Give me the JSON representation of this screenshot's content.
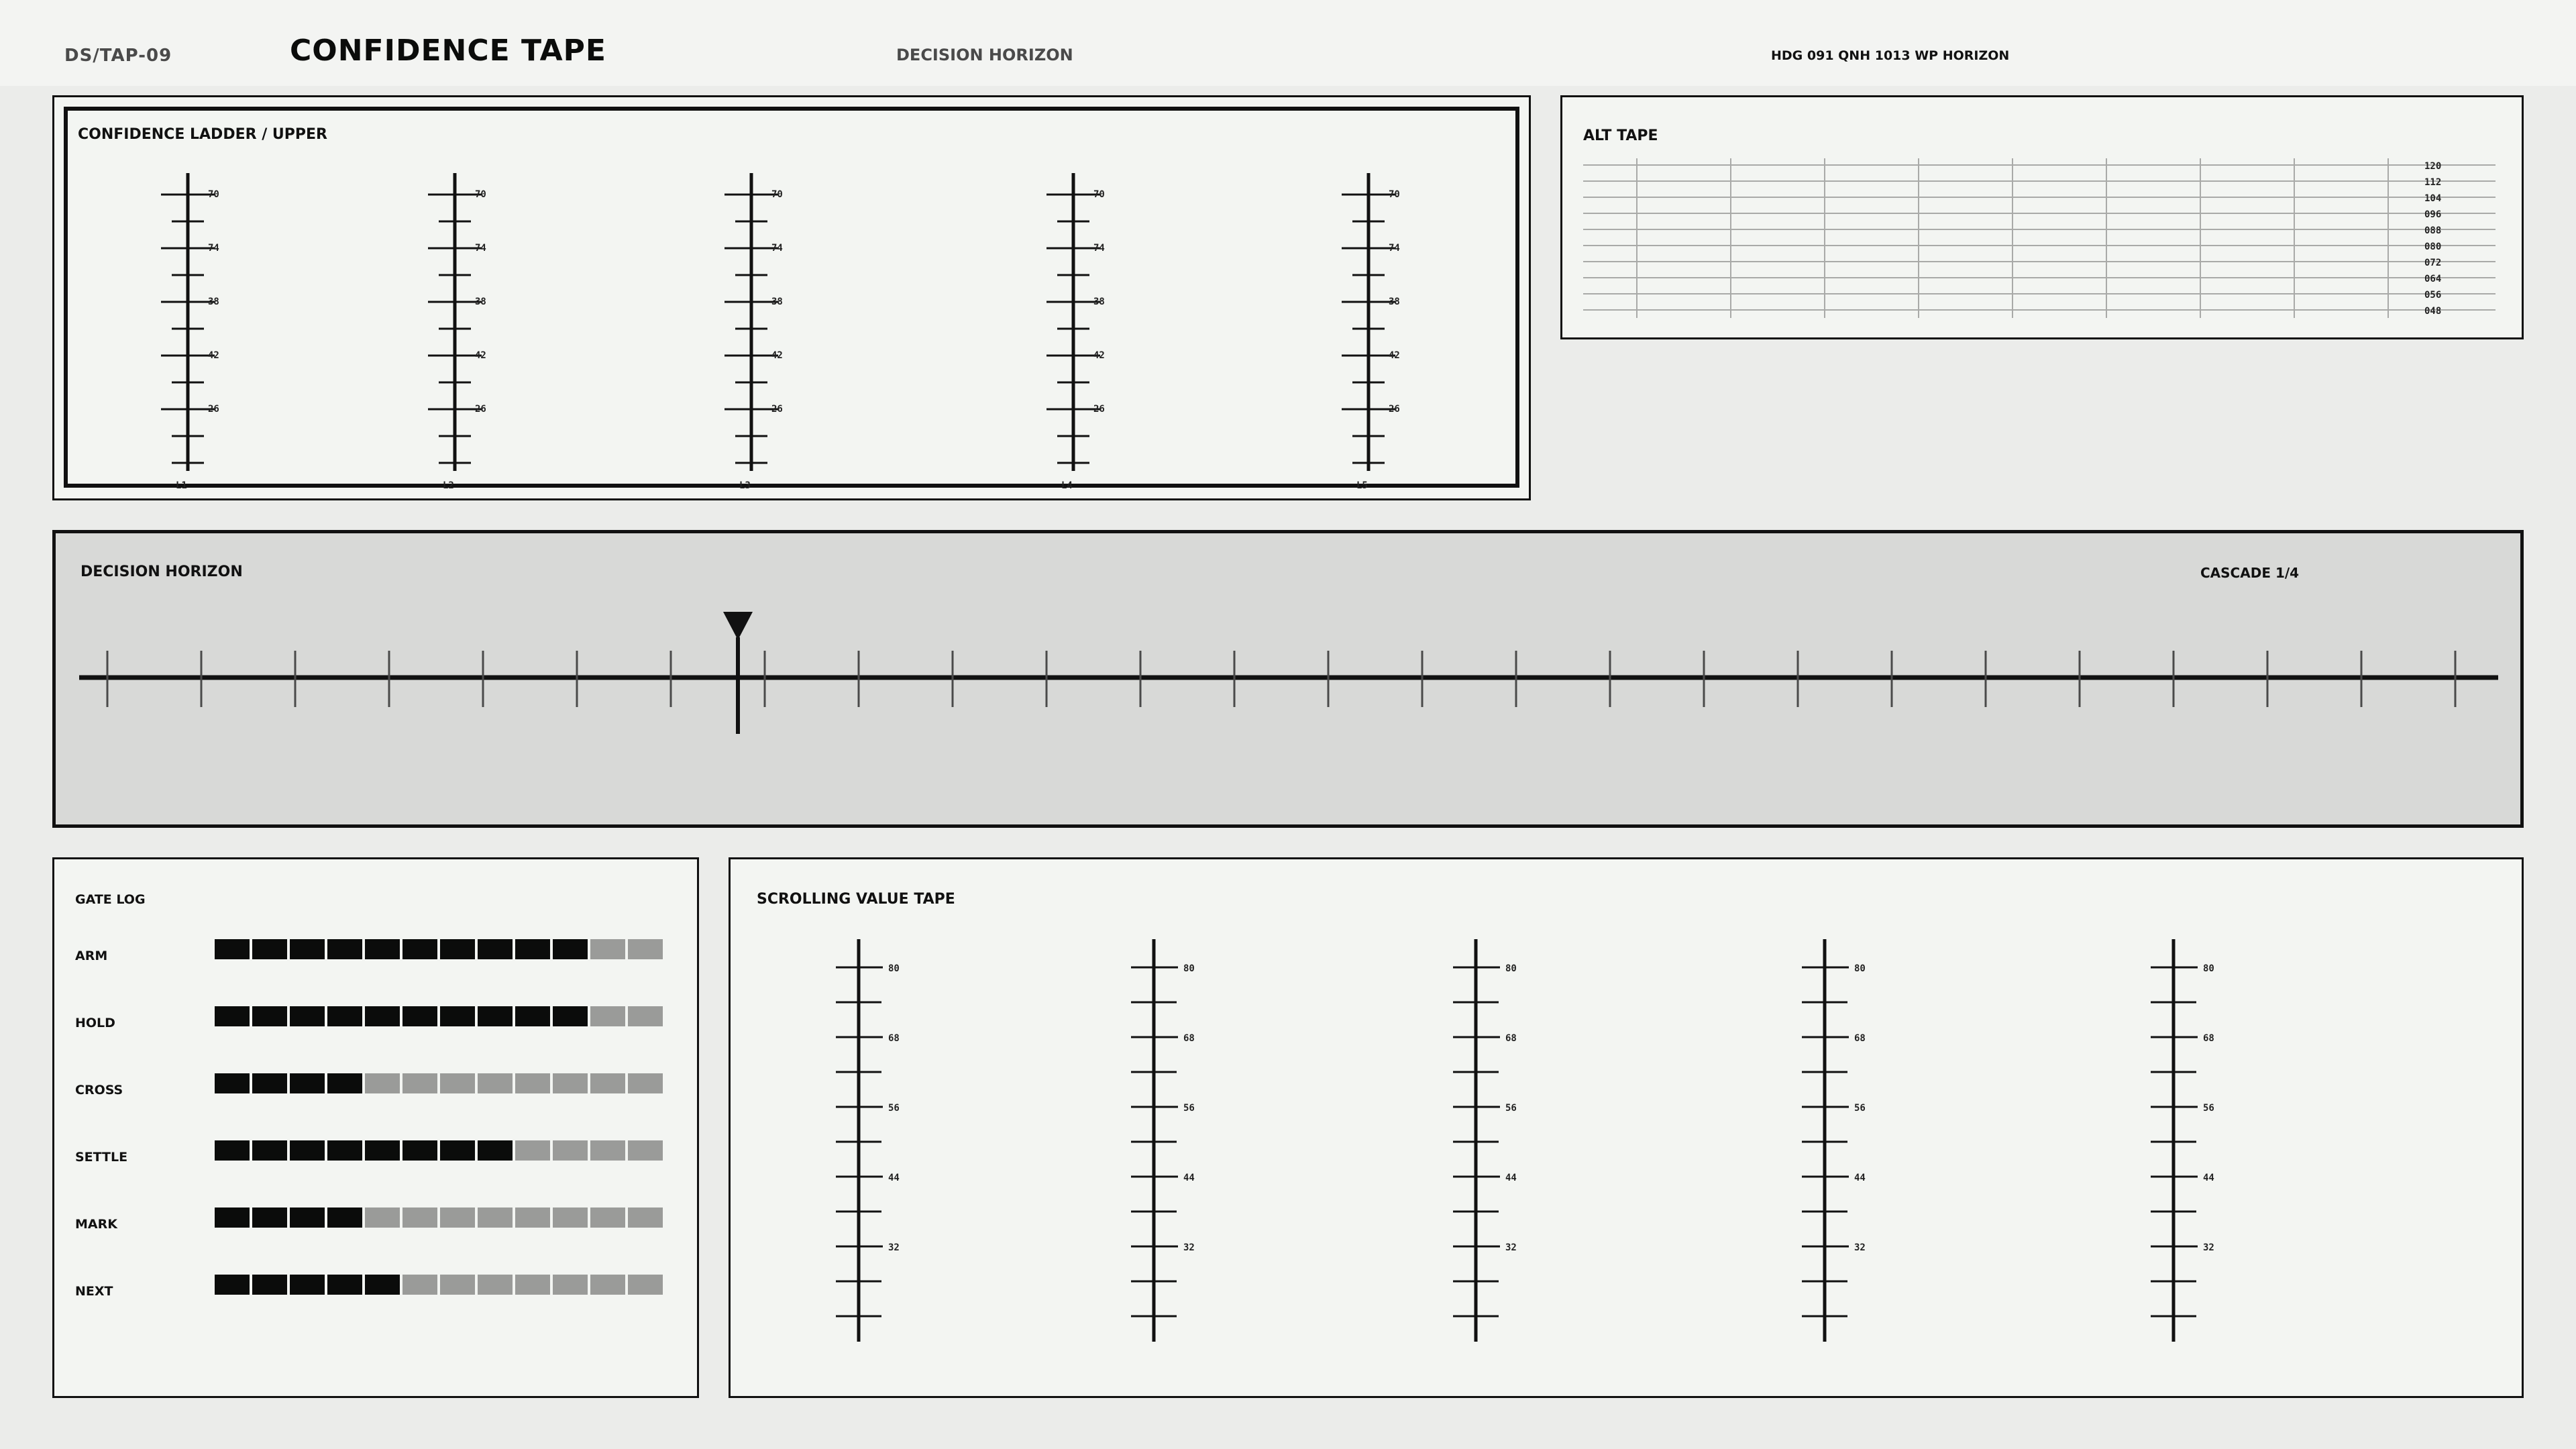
{
  "header": {
    "code": "DS/TAP-09",
    "title": "CONFIDENCE TAPE",
    "subtitle": "DECISION HORIZON",
    "status": "HDG 091   QNH 1013   WP HORIZON"
  },
  "ladder": {
    "title": "CONFIDENCE LADDER  /  UPPER",
    "columns": [
      "L1",
      "L2",
      "L3",
      "L4",
      "L5"
    ],
    "tick_labels": [
      "70",
      "74",
      "38",
      "42",
      "26"
    ]
  },
  "alt_tape": {
    "title": "ALT TAPE",
    "labels": [
      "120",
      "112",
      "104",
      "096",
      "088",
      "080",
      "072",
      "064",
      "056",
      "048"
    ]
  },
  "horizon": {
    "title": "DECISION HORIZON",
    "cascade": "CASCADE 1/4",
    "tick_count": 26,
    "marker_index": 7
  },
  "gate_log": {
    "title": "GATE LOG",
    "segments": 12,
    "rows": [
      {
        "label": "ARM",
        "filled": 10
      },
      {
        "label": "HOLD",
        "filled": 10
      },
      {
        "label": "CROSS",
        "filled": 4
      },
      {
        "label": "SETTLE",
        "filled": 8
      },
      {
        "label": "MARK",
        "filled": 4
      },
      {
        "label": "NEXT",
        "filled": 5
      }
    ],
    "colors": {
      "filled": "#0b0c0b",
      "empty": "#9a9b99"
    }
  },
  "scroll_tape": {
    "title": "SCROLLING VALUE TAPE",
    "tick_labels": [
      "80",
      "68",
      "56",
      "44",
      "32"
    ],
    "tape_count": 5
  }
}
